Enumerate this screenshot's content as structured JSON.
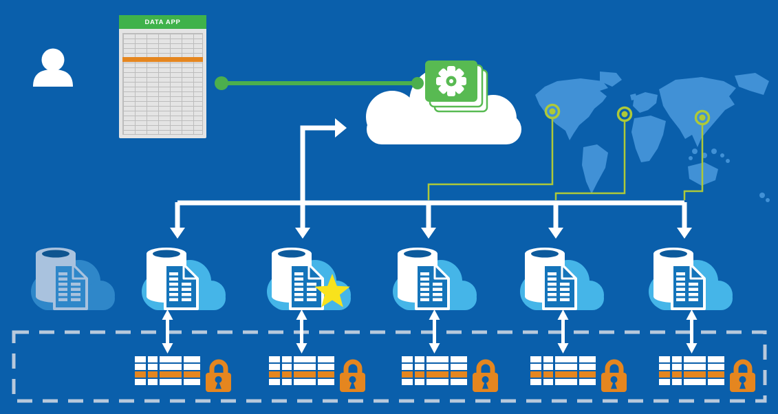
{
  "data_app": {
    "label": "DATA APP"
  },
  "colors": {
    "bg": "#0a5fab",
    "map": "#4191d6",
    "cloud_light": "#45b5e8",
    "green": "#4caf4d",
    "green_header": "#3fb24a",
    "green_card": "#58ba52",
    "marker_green": "#aec938",
    "orange": "#e5861f",
    "star_yellow": "#f8e21c",
    "doc_blue": "#1474ba",
    "opening": "#0d5a9c",
    "faded_cloud": "#2f87c9",
    "faded_cylinder": "#a9c2de",
    "faded_opening": "#0e548f",
    "dash_border": "#b8c9dc",
    "sheet_body": "#e4e4e4",
    "sheet_grid": "#bcbcbc",
    "white": "#ffffff"
  },
  "counts": {
    "map_markers": 3,
    "database_cloud_nodes": 5,
    "faded_nodes": 1,
    "starred_nodes": 1,
    "secure_tables": 5,
    "locks": 5,
    "table_rows": 4,
    "table_columns": 4,
    "highlighted_table_row_index": 3
  }
}
